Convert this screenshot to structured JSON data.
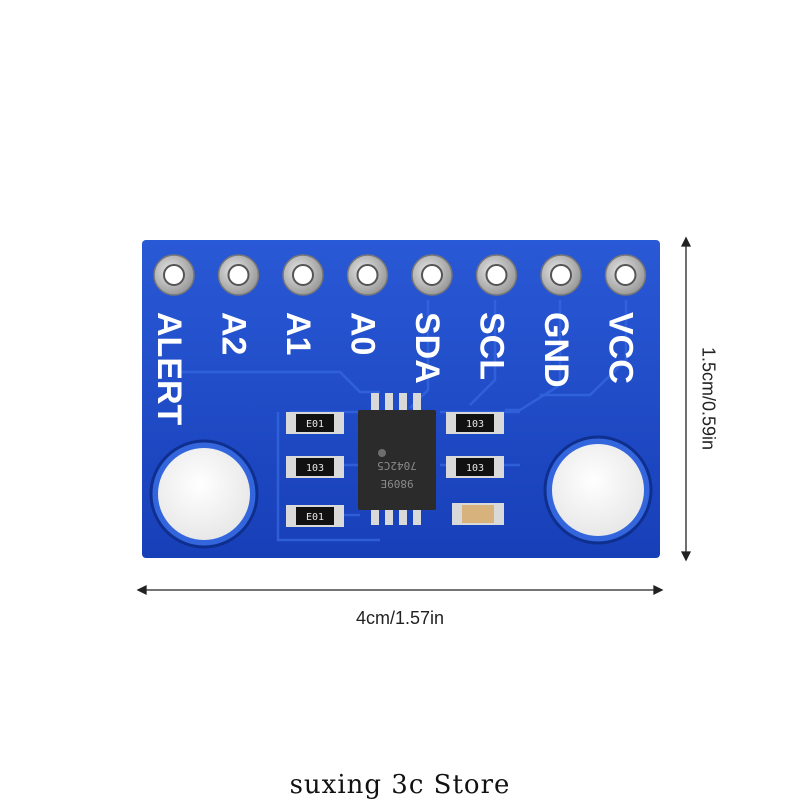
{
  "board": {
    "pins": [
      "ALERT",
      "A2",
      "A1",
      "A0",
      "SDA",
      "SCL",
      "GND",
      "VCC"
    ],
    "chip": {
      "lines": [
        "7042C5",
        "9809E"
      ]
    },
    "resistors": [
      "E01",
      "103",
      "E01",
      "103",
      "103"
    ]
  },
  "dimensions": {
    "width": "4cm/1.57in",
    "height": "1.5cm/0.59in"
  },
  "store": "suxing 3c Store",
  "colors": {
    "pcb": "#1d48c8",
    "pad": "#c9c9c9",
    "background": "#ffffff"
  }
}
